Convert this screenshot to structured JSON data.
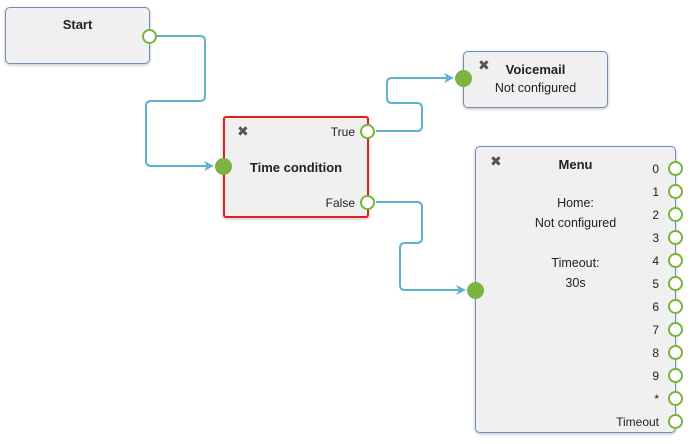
{
  "nodes": {
    "start": {
      "title": "Start"
    },
    "time_condition": {
      "title": "Time condition",
      "outputs": {
        "true_label": "True",
        "false_label": "False"
      }
    },
    "voicemail": {
      "title": "Voicemail",
      "status": "Not configured"
    },
    "menu": {
      "title": "Menu",
      "home_label": "Home:",
      "home_value": "Not configured",
      "timeout_label": "Timeout:",
      "timeout_value": "30s",
      "outputs": [
        "0",
        "1",
        "2",
        "3",
        "4",
        "5",
        "6",
        "7",
        "8",
        "9",
        "*",
        "Timeout"
      ]
    }
  },
  "colors": {
    "wire": "#5bb3cf",
    "port": "#78b43a",
    "node_border": "#6e8fb8",
    "selected_border": "#e02020"
  },
  "icons": {
    "remove": "close-icon"
  }
}
